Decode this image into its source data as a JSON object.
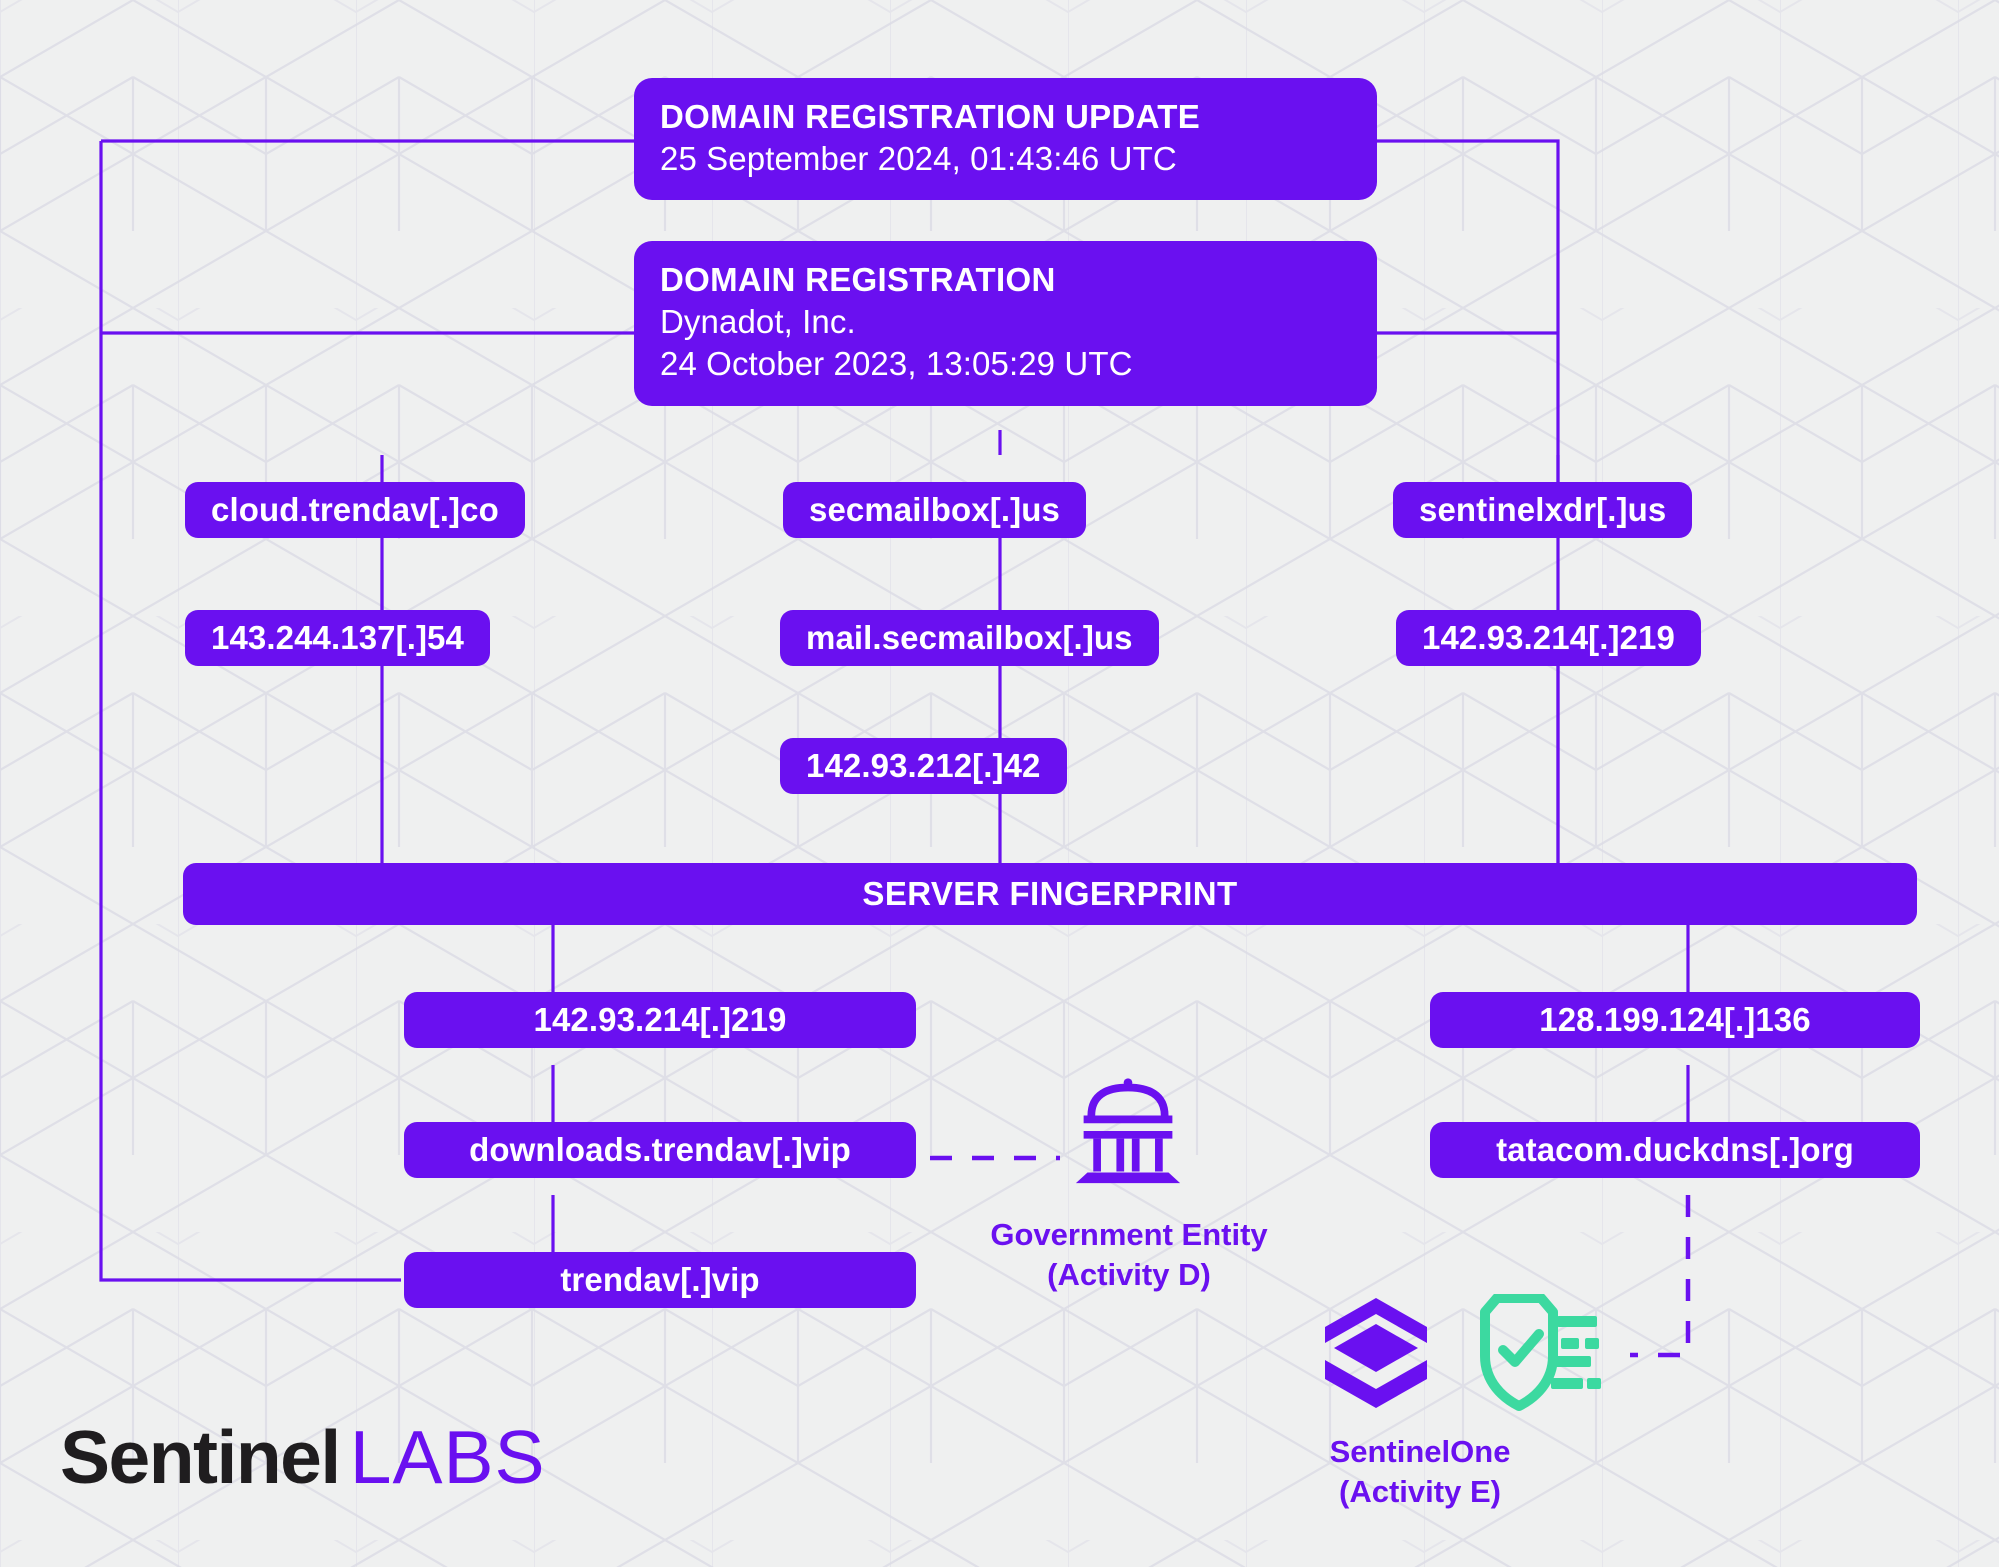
{
  "theme": {
    "background": "#eff0f0",
    "node_fill": "#6a10f0",
    "node_text": "#ffffff",
    "edge_color": "#6a10f0",
    "label_color": "#6a10f0",
    "shield_green": "#3cd9a0",
    "brand_dark": "#1f1d1f"
  },
  "diagram": {
    "type": "infrastructure-graph",
    "registration_update": {
      "title": "DOMAIN REGISTRATION UPDATE",
      "timestamp": "25 September 2024, 01:43:46 UTC"
    },
    "registration": {
      "title": "DOMAIN REGISTRATION",
      "registrar": "Dynadot, Inc.",
      "timestamp": "24 October 2023, 13:05:29 UTC"
    },
    "server_fingerprint_label": "SERVER FINGERPRINT",
    "nodes": {
      "cloud_trendav": "cloud.trendav[.]co",
      "ip_143": "143.244.137[.]54",
      "secmailbox": "secmailbox[.]us",
      "mail_secmailbox": "mail.secmailbox[.]us",
      "ip_142_212": "142.93.212[.]42",
      "sentinelxdr": "sentinelxdr[.]us",
      "ip_142_214_top": "142.93.214[.]219",
      "ip_142_214_bottom": "142.93.214[.]219",
      "downloads_trendav": "downloads.trendav[.]vip",
      "trendav": "trendav[.]vip",
      "ip_128_199": "128.199.124[.]136",
      "tatacom": "tatacom.duckdns[.]org"
    },
    "targets": [
      {
        "id": "government-entity",
        "icon": "government-building-icon",
        "name": "Government Entity",
        "activity": "(Activity D)"
      },
      {
        "id": "sentinelone",
        "icon": "sentinelone-logo-icon",
        "secondary_icon": "shield-check-icon",
        "name": "SentinelOne",
        "activity": "(Activity E)"
      }
    ]
  },
  "brand": {
    "name_primary": "Sentinel",
    "name_secondary": "LABS"
  }
}
